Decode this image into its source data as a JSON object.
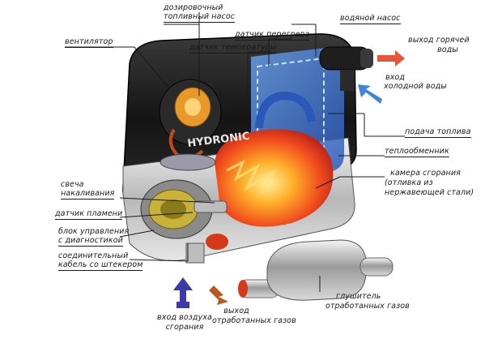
{
  "diagram": {
    "brand_text": "HYDRONIC",
    "labels": {
      "dosing_pump_line1": "дозировочный",
      "dosing_pump_line2": "топливный насос",
      "water_pump": "водяной насос",
      "overheat_sensor": "датчик перегрева",
      "temp_sensor": "датчик температуры",
      "fan": "вентилятор",
      "hot_water_out_line1": "выход горячей",
      "hot_water_out_line2": "воды",
      "cold_water_in_line1": "вход",
      "cold_water_in_line2": "холодной воды",
      "fuel_supply": "подача топлива",
      "heat_exchanger": "теплообменник",
      "combustion_chamber_line1": "камера сгорания",
      "combustion_chamber_line2": "(отливка из",
      "combustion_chamber_line3": "нержавеющей стали)",
      "glow_plug_line1": "свеча",
      "glow_plug_line2": "накаливания",
      "flame_sensor": "датчик пламени",
      "control_unit_line1": "блок управления",
      "control_unit_line2": "с диагностикой",
      "cable_line1": "соединительный",
      "cable_line2": "кабель со штекером",
      "air_in_line1": "вход воздуха",
      "air_in_line2": "сгорания",
      "exhaust_out_line1": "выход",
      "exhaust_out_line2": "отработанных газов",
      "muffler_line1": "глушитель",
      "muffler_line2": "отработанных газов"
    },
    "colors": {
      "hot_arrow": "#e8553a",
      "cold_arrow": "#3f86d6",
      "air_arrow": "#3a3aa8",
      "exhaust_arrow": "#b85a20",
      "flame": "#f04a1c",
      "water": "#3a6fd0",
      "housing": "#1c1c1c"
    }
  }
}
